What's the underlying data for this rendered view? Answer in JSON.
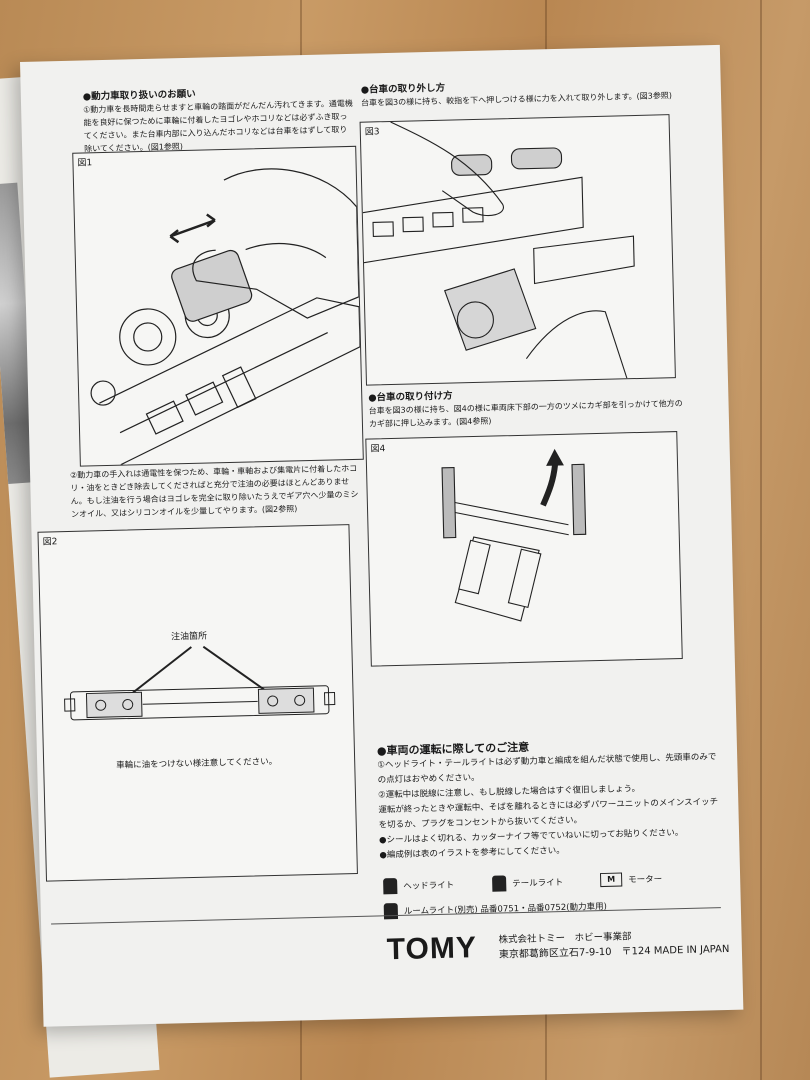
{
  "left": {
    "heading1": "●動力車取り扱いのお願い",
    "para1": "①動力車を長時間走らせますと車輪の踏面がだんだん汚れてきます。通電機能を良好に保つために車輪に付着したヨゴレやホコリなどは必ずふき取ってください。また台車内部に入り込んだホコリなどは台車をはずして取り除いてください。(図1参照)",
    "fig1_label": "図1",
    "para2": "②動力車の手入れは通電性を保つため、車輪・車軸および集電片に付着したホコリ・油をときどき除去してくださればと充分で注油の必要はほとんどありません。もし注油を行う場合はヨゴレを完全に取り除いたうえでギア穴へ少量のミシンオイル、又はシリコンオイルを少量してやります。(図2参照)",
    "fig2_label": "図2",
    "fig2_callout": "注油箇所",
    "fig2_caption": "車輪に油をつけない様注意してください。"
  },
  "right": {
    "heading1": "●台車の取り外し方",
    "para1": "台車を図3の様に持ち、較指を下へ押しつける様に力を入れて取り外します。(図3参照)",
    "fig3_label": "図3",
    "heading2": "●台車の取り付け方",
    "para2": "台車を図3の様に持ち、図4の様に車両床下部の一方のツメにカギ部を引っかけて他方のカギ部に押し込みます。(図4参照)",
    "fig4_label": "図4"
  },
  "notes": {
    "heading": "●車両の運転に際してのご注意",
    "items": [
      "①ヘッドライト・テールライトは必ず動力車と編成を組んだ状態で使用し、先頭車のみでの点灯はおやめください。",
      "②運転中は脱線に注意し、もし脱線した場合はすぐ復旧しましょう。",
      "運転が終ったときや運転中、そばを離れるときには必ずパワーユニットのメインスイッチを切るか、プラグをコンセントから抜いてください。",
      "●シールはよく切れる、カッターナイフ等でていねいに切ってお貼りください。",
      "●編成例は表のイラストを参考にしてください。"
    ],
    "legend": {
      "headlight": "ヘッドライト",
      "taillight": "テールライト",
      "motor_icon_text": "M",
      "motor": "モーター",
      "roomlight": "ルームライト(別売) 品番0751・品番0752(動力車用)"
    }
  },
  "footer": {
    "logo": "TOMY",
    "company": "株式会社トミー　ホビー事業部",
    "address": "東京都葛飾区立石7-9-10　〒124 MADE IN JAPAN"
  }
}
